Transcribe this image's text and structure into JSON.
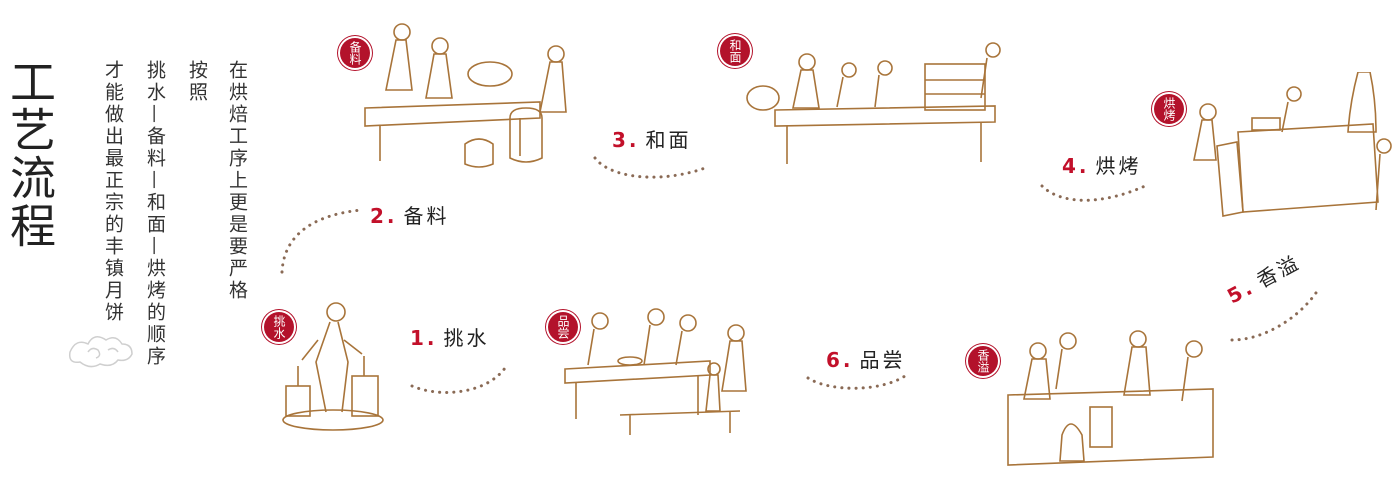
{
  "title": "工艺流程",
  "description_cols": [
    "在烘焙工序上更是要严格",
    "按照",
    "挑水—备料—和面—烘烤的顺序",
    "才能做出最正宗的丰镇月饼"
  ],
  "steps": [
    {
      "num": "1.",
      "label": "挑水",
      "seal": "挑水"
    },
    {
      "num": "2.",
      "label": "备料",
      "seal": "备料"
    },
    {
      "num": "3.",
      "label": "和面",
      "seal": "和面"
    },
    {
      "num": "4.",
      "label": "烘烤",
      "seal": "烘烤"
    },
    {
      "num": "5.",
      "label": "香溢",
      "seal": "香溢"
    },
    {
      "num": "6.",
      "label": "品尝",
      "seal": "品尝"
    }
  ],
  "colors": {
    "accent": "#c2102a",
    "seal": "#b3122b",
    "dots": "#8a6a55",
    "sketch": "#a8743a"
  }
}
